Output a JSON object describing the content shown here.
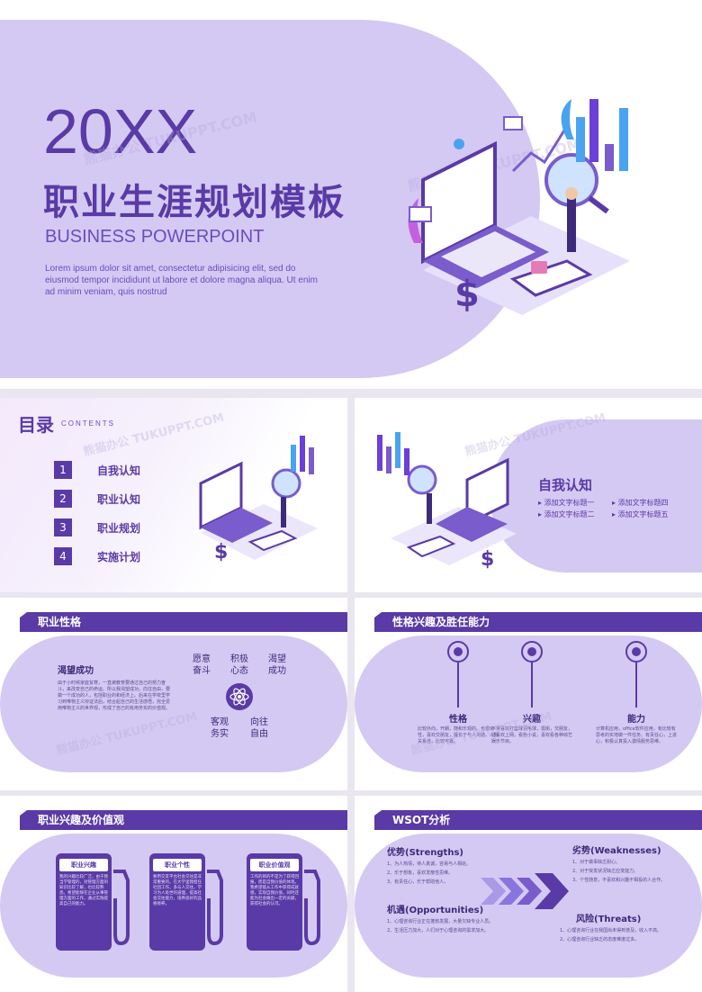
{
  "cover": {
    "year": "20XX",
    "title": "职业生涯规划模板",
    "subtitle": "BUSINESS POWERPOINT",
    "lorem": "Lorem ipsum dolor sit amet, consectetur adipisicing elit, sed do eiusmod tempor incididunt ut labore et dolore magna aliqua. Ut enim ad minim veniam, quis nostrud",
    "watermark": "熊猫办公 TUKUPPT.COM"
  },
  "toc": {
    "title": "目录",
    "subtitle": "CONTENTS",
    "items": [
      {
        "num": "1",
        "label": "自我认知"
      },
      {
        "num": "2",
        "label": "职业认知"
      },
      {
        "num": "3",
        "label": "职业规划"
      },
      {
        "num": "4",
        "label": "实施计划"
      }
    ]
  },
  "section": {
    "title": "自我认知",
    "items": [
      "添加文字标题一",
      "添加文字标题二",
      "添加文字标题四",
      "添加文字标题五"
    ]
  },
  "personality": {
    "bar": "职业性格",
    "heading": "渴望成功",
    "body": "由于小时候家庭贫寒，一直被教育要通过自己的努力奋斗，来改变自己的命运。所以我渴望成功，向往自由，要做一个成功的人，包括职业的和经济上。后来在学校里学习到唯物主义辩证法后，结合起自己的生活感悟，完全爱用唯物主义的世界观，形成了自己的有用务实的价值观。",
    "words": [
      {
        "a": "愿意",
        "b": "奋斗"
      },
      {
        "a": "积极",
        "b": "心态"
      },
      {
        "a": "渴望",
        "b": "成功"
      },
      {
        "a": "客观",
        "b": "务实"
      },
      {
        "a": "向往",
        "b": "自由"
      }
    ]
  },
  "ability": {
    "bar": "性格兴趣及胜任能力",
    "cols": [
      {
        "title": "性格",
        "text": "比较外向，开朗，随和乐观的。也很幸性，喜欢交朋友，擅长于与人沟通，人际关系佳，比较可靠。"
      },
      {
        "title": "兴趣",
        "text": "平常喜欢打篮球羽毛球，逛街，交朋友，还喜欢上网，看些小说，喜欢看各种综艺娱乐节目。"
      },
      {
        "title": "能力",
        "text": "计算机应用，office软件应用，有比较有思考的实地做一件任务。有责任心，上进心，积极认真投入激情服务思维。"
      }
    ]
  },
  "values": {
    "bar": "职业兴趣及价值观",
    "cards": [
      {
        "title": "职业兴趣",
        "text": "我的兴趣比较广泛，由于我当学管理的，对管理方面的知识比较了解，也比较熟悉。希望能够在企业从事管理方面的工作，通过实践提高自己的能力。"
      },
      {
        "title": "职业个性",
        "text": "要用交友平台社会交往是非常重要的。在大学里我担任社团工作，多与人交往，学习为人处世的道理，提高社会交往能力，培养良好的品格修养。"
      },
      {
        "title": "职业价值观",
        "text": "工作的目的不是为了获得回报，而是自我价值的体现。我希望能从工作中获得成就感，实现自我价值，同时还能为社会做出一定的贡献，获得社会的认可。"
      }
    ]
  },
  "swot": {
    "bar": "WSOT分析",
    "strengths": {
      "title": "优势(Strengths)",
      "items": [
        "1、为人热情，待人真诚，容易与人相处。",
        "2、乐于想象，喜欢发散性思维。",
        "3、有责任心，乐于帮助他人。"
      ]
    },
    "weaknesses": {
      "title": "劣势(Weaknesses)",
      "items": [
        "1、对于做事缺乏耐心。",
        "2、对于突发状况缺乏应变能力。",
        "3、个性随意，不喜欢和兴趣不相投的人合作。"
      ]
    },
    "opportunities": {
      "title": "机遇(Opportunities)",
      "items": [
        "1、心理咨询行业正在蓬勃发展，大量欠缺专业人员。",
        "2、生活压力加大，人们对于心理咨询的需求加大。"
      ]
    },
    "threats": {
      "title": "风险(Threats)",
      "items": [
        "1、心理咨询行业在我国尚未得到普及，收入不高。",
        "2、心理咨询行业缺乏的态度难度过多。"
      ]
    }
  }
}
